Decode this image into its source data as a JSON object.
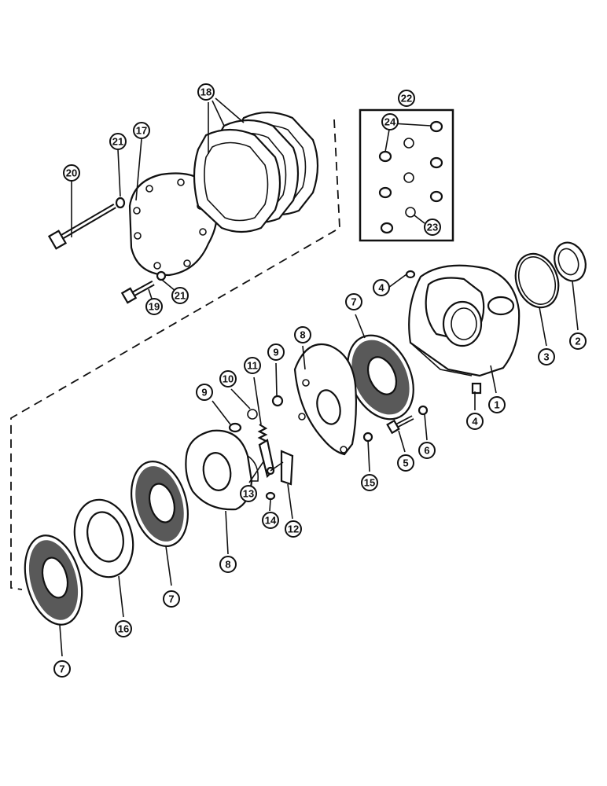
{
  "diagram": {
    "callouts": {
      "c1": "1",
      "c2": "2",
      "c3": "3",
      "c4a": "4",
      "c4b": "4",
      "c5": "5",
      "c6": "6",
      "c7a": "7",
      "c7b": "7",
      "c7c": "7",
      "c8a": "8",
      "c8b": "8",
      "c9a": "9",
      "c9b": "9",
      "c10": "10",
      "c11": "11",
      "c12": "12",
      "c13": "13",
      "c14": "14",
      "c15": "15",
      "c16": "16",
      "c17": "17",
      "c18": "18",
      "c19": "19",
      "c20": "20",
      "c21a": "21",
      "c21b": "21",
      "c22": "22",
      "c23": "23",
      "c24": "24"
    }
  }
}
